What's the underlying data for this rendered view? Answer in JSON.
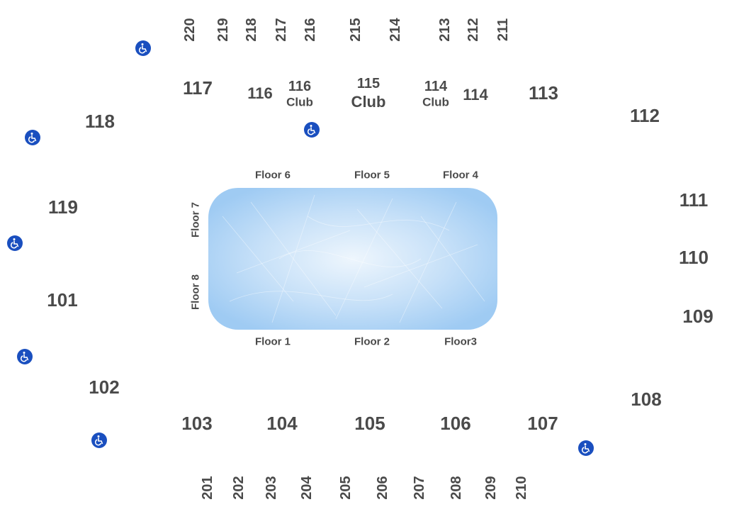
{
  "colors": {
    "label": "#4a4a4a",
    "accessible": "#1a4fbf",
    "ice_light": "#eef6fd",
    "ice_edge": "#9fcbf3"
  },
  "upper_top": [
    "220",
    "219",
    "218",
    "217",
    "216",
    "215",
    "214",
    "213",
    "212",
    "211"
  ],
  "upper_bottom": [
    "201",
    "202",
    "203",
    "204",
    "205",
    "206",
    "207",
    "208",
    "209",
    "210"
  ],
  "lower": {
    "s117": "117",
    "s116": "116",
    "s116club_num": "116",
    "s116club_word": "Club",
    "s115club_num": "115",
    "s115club_word": "Club",
    "s114club_num": "114",
    "s114club_word": "Club",
    "s114": "114",
    "s113": "113",
    "s118": "118",
    "s112": "112",
    "s119": "119",
    "s111": "111",
    "s110": "110",
    "s101": "101",
    "s109": "109",
    "s102": "102",
    "s108": "108",
    "s103": "103",
    "s104": "104",
    "s105": "105",
    "s106": "106",
    "s107": "107"
  },
  "floors": {
    "f1": "Floor 1",
    "f2": "Floor 2",
    "f3": "Floor3",
    "f4": "Floor 4",
    "f5": "Floor 5",
    "f6": "Floor 6",
    "f7": "Floor 7",
    "f8": "Floor 8"
  },
  "icons": {
    "accessible": "wheelchair-icon"
  }
}
